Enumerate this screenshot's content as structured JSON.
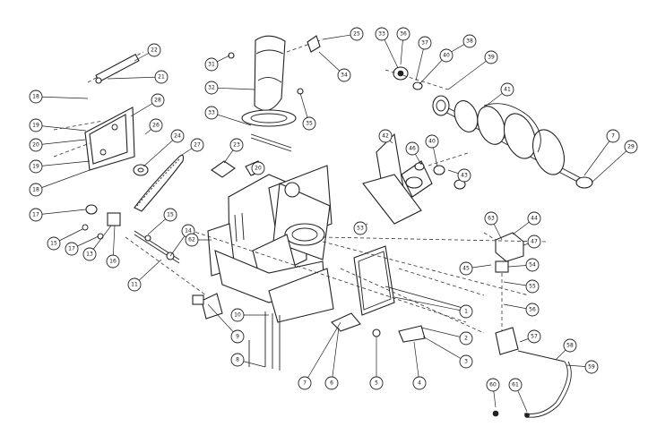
{
  "callouts": [
    {
      "label": "22"
    },
    {
      "label": "21"
    },
    {
      "label": "18"
    },
    {
      "label": "19"
    },
    {
      "label": "20"
    },
    {
      "label": "19"
    },
    {
      "label": "18"
    },
    {
      "label": "28"
    },
    {
      "label": "26"
    },
    {
      "label": "24"
    },
    {
      "label": "27"
    },
    {
      "label": "17"
    },
    {
      "label": "15"
    },
    {
      "label": "17"
    },
    {
      "label": "13"
    },
    {
      "label": "16"
    },
    {
      "label": "15"
    },
    {
      "label": "14"
    },
    {
      "label": "11"
    },
    {
      "label": "23"
    },
    {
      "label": "9"
    },
    {
      "label": "8"
    },
    {
      "label": "10"
    },
    {
      "label": "20"
    },
    {
      "label": "25"
    },
    {
      "label": "31"
    },
    {
      "label": "32"
    },
    {
      "label": "33"
    },
    {
      "label": "35"
    },
    {
      "label": "34"
    },
    {
      "label": "33"
    },
    {
      "label": "36"
    },
    {
      "label": "37"
    },
    {
      "label": "40"
    },
    {
      "label": "38"
    },
    {
      "label": "39"
    },
    {
      "label": "41"
    },
    {
      "label": "7"
    },
    {
      "label": "29"
    },
    {
      "label": "42"
    },
    {
      "label": "46"
    },
    {
      "label": "40"
    },
    {
      "label": "43"
    },
    {
      "label": "44"
    },
    {
      "label": "47"
    },
    {
      "label": "45"
    },
    {
      "label": "1"
    },
    {
      "label": "2"
    },
    {
      "label": "3"
    },
    {
      "label": "4"
    },
    {
      "label": "5"
    },
    {
      "label": "6"
    },
    {
      "label": "7"
    },
    {
      "label": "54"
    },
    {
      "label": "55"
    },
    {
      "label": "56"
    },
    {
      "label": "57"
    },
    {
      "label": "58"
    },
    {
      "label": "59"
    },
    {
      "label": "60"
    },
    {
      "label": "61"
    },
    {
      "label": "62"
    },
    {
      "label": "63"
    },
    {
      "label": "53"
    }
  ]
}
